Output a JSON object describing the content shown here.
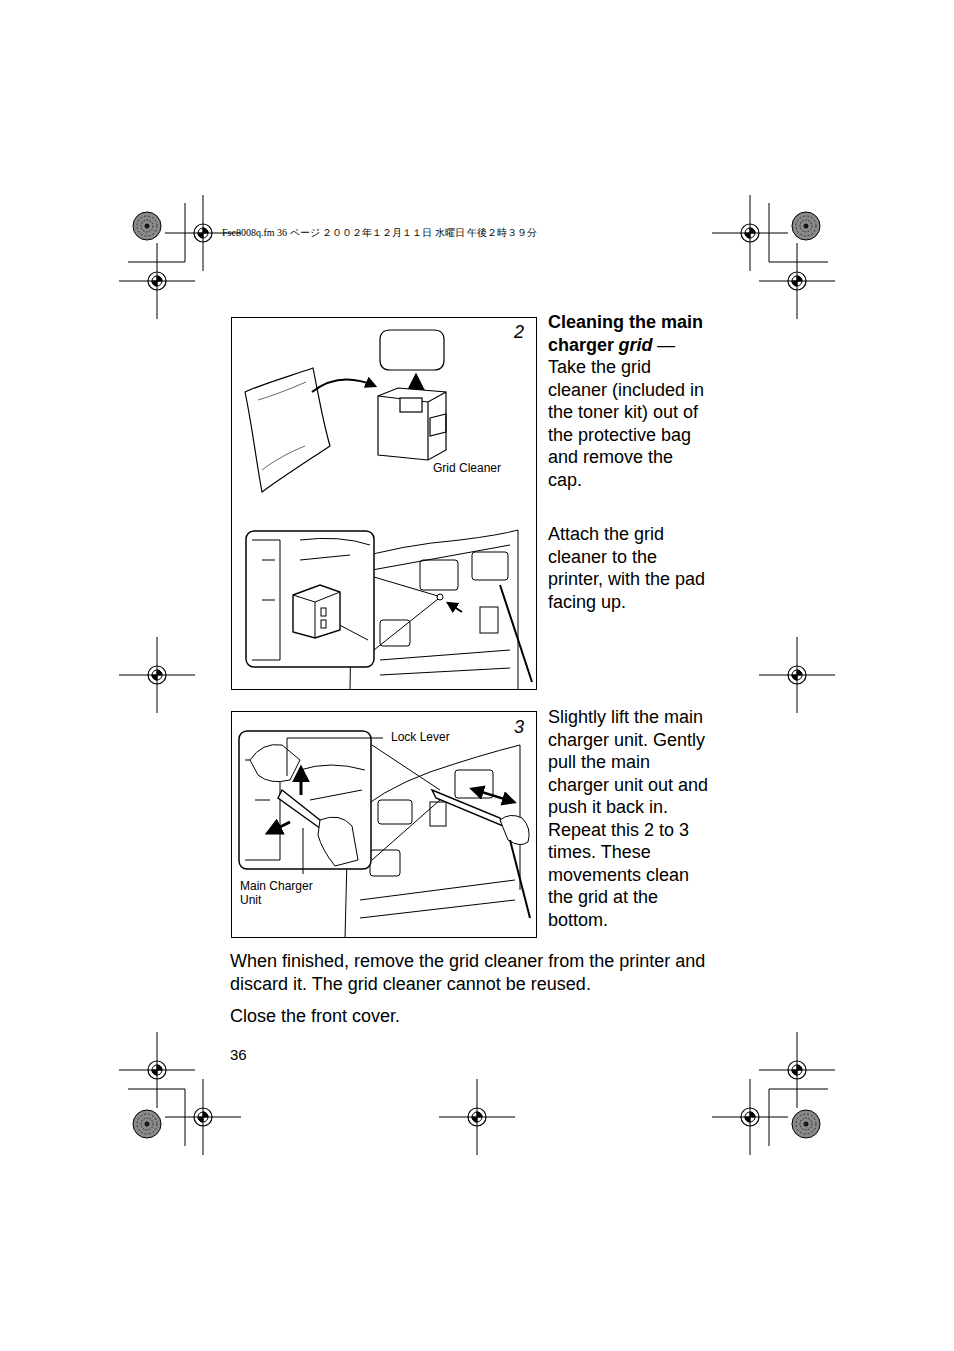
{
  "diagram": {
    "nodes": [
      {
        "text": [
          "2",
          "Grid Cleaner"
        ]
      },
      {
        "text": [
          "3",
          "Lock Lever",
          "Main Charger Unit"
        ]
      }
    ],
    "labels": [
      "Fsc8008q.fm 36 ページ ２００２年１２月１１日 水曜日 午後２時３９分",
      "Cleaning the main charger",
      "grid",
      "— Take the grid cleaner (included in the toner kit) out of the protective bag and remove the cap.",
      "Attach the grid cleaner to the printer, with the pad facing up.",
      "Slightly lift the main charger unit. Gently pull the main charger unit out and push it back in. Repeat this 2 to 3 times. These movements clean the grid at the bottom.",
      "When finished, remove the grid cleaner from the printer and discard it. The grid cleaner cannot be reused.",
      "Close the front cover.",
      "36"
    ]
  }
}
